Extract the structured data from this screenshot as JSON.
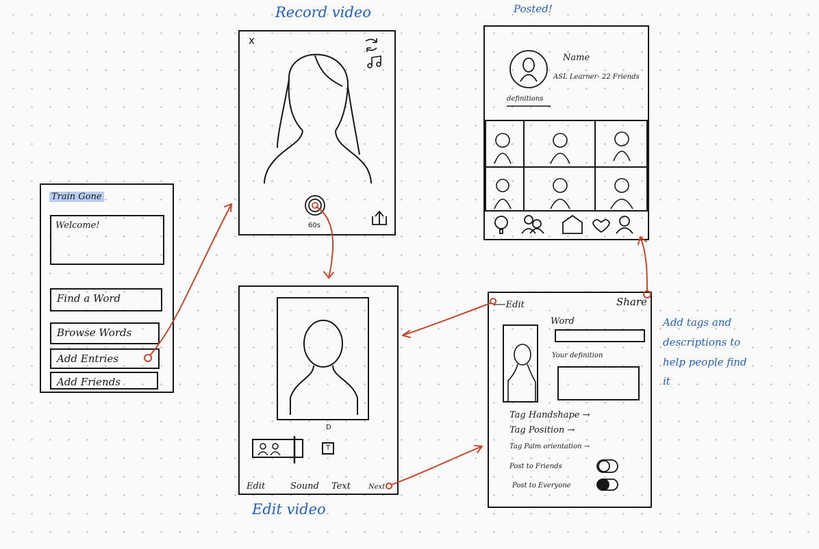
{
  "labels": {
    "record_video": "Record video",
    "posted": "Posted!",
    "edit_video": "Edit video",
    "note": [
      "Add tags and",
      "descriptions to",
      "help people find",
      "it"
    ]
  },
  "home": {
    "title": "Train Gone",
    "welcome": "Welcome!",
    "buttons": [
      "Find a Word",
      "Browse Words",
      "Add Entries",
      "Add Friends"
    ]
  },
  "record": {
    "close": "x",
    "timer": "60s"
  },
  "edit": {
    "tabs": [
      "Edit",
      "Sound",
      "Text",
      "Next"
    ]
  },
  "profile": {
    "name": "Name",
    "subtitle": "ASL Learner- 22 Friends",
    "tab": "definitions"
  },
  "share": {
    "back": "Edit",
    "share": "Share",
    "word_label": "Word",
    "definition_label": "Your definition",
    "tags": [
      "Tag Handshape →",
      "Tag Position →",
      "Tag Palm orientation →"
    ],
    "toggles": [
      "Post to Friends",
      "Post to Everyone"
    ]
  },
  "colors": {
    "accent_red": "#c8462e",
    "note_blue": "#2060c4",
    "highlight": "#b9cdf0"
  }
}
